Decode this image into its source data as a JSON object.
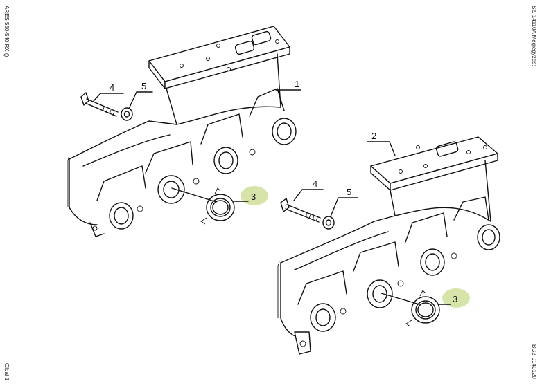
{
  "margin_text": {
    "left_top": "ARES 550-540 RX ()",
    "left_bottom": "Oldal 1",
    "right_top": "Sz. 14110A  Megjegyzés:",
    "right_bottom": "BGZ 0140120"
  },
  "callouts": {
    "manifold_front": "1",
    "manifold_rear": "2",
    "bolt_front": "4",
    "washer_front": "5",
    "gasket_front": "3",
    "bolt_rear": "4",
    "washer_rear": "5",
    "gasket_rear": "3"
  },
  "colors": {
    "highlight": "#cfdf9a",
    "line": "#111111"
  }
}
